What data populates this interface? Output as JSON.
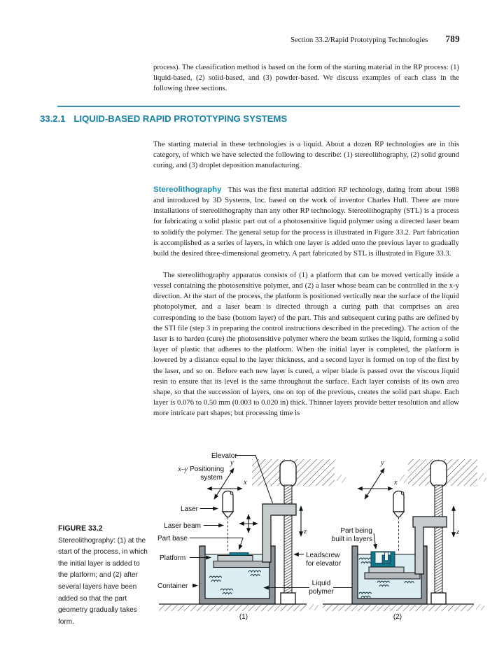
{
  "page": {
    "header": {
      "section_title": "Section 33.2/Rapid Prototyping Technologies",
      "page_number": "789"
    },
    "section_heading": {
      "number": "33.2.1",
      "title": "LIQUID-BASED RAPID PROTOTYPING SYSTEMS"
    },
    "paragraphs": {
      "intro": "process). The classification method is based on the form of the starting material in the RP process: (1) liquid-based, (2) solid-based, and (3) powder-based.  We discuss examples of each class in the following three sections.",
      "liquid_intro": "The starting material in these technologies is a liquid. About a dozen RP technologies are in this category, of which we have selected the following to describe: (1) stereolithography, (2) solid ground curing, and (3) droplet deposition manufacturing.",
      "stereo_runin": "Stereolithography",
      "stereo_body": "This was the first material addition RP technology, dating from about 1988 and introduced by 3D Systems, Inc. based on the work of inventor Charles Hull. There are more installations of stereolithography than any other RP technology. Stereolithography (STL) is a process for fabricating a solid plastic part out of a photosensitive liquid polymer using a directed laser beam to solidify the polymer. The general setup for the process is illustrated in Figure 33.2. Part fabrication is accomplished as a series of layers, in which one layer is added onto the previous layer to gradually build the desired three-dimensional geometry. A part fabricated by STL is illustrated in Figure 33.3.",
      "apparatus": "The stereolithography apparatus consists of (1) a platform that can be moved vertically inside a vessel containing the photosensitive polymer, and (2) a laser whose beam can be controlled in the x-y direction. At the start of the process, the platform is positioned vertically near the surface of the liquid photopolymer, and a laser beam is directed through a curing path that comprises an area corresponding to the base (bottom layer) of the part. This and subsequent curing paths are defined by the STI file (step 3 in preparing the control instructions described in the preceding). The action of the laser is to harden (cure) the photosensitive polymer where the beam strikes the liquid, forming a solid layer of plastic that adheres to the platform. When the initial layer is completed, the platform is lowered by a distance equal to the layer thickness, and a second layer is formed on top of the first by the laser, and so on. Before each new layer is cured, a wiper blade is passed over the viscous liquid resin to ensure that its level is the same throughout the surface. Each layer consists of its own area shape, so that the succession of layers, one on top of the previous, creates the solid part shape. Each layer is 0.076 to 0.50 mm (0.003 to 0.020 in) thick. Thinner layers provide better resolution and allow more intricate part shapes; but processing time is"
    }
  },
  "figure": {
    "caption": {
      "label": "FIGURE 33.2",
      "text": "Stereolithography: (1) at the start of the process, in which the initial layer is added to the platform; and (2) after several layers have been added so that the part geometry gradually takes form."
    },
    "labels": {
      "elevator": "Elevator",
      "xy_prefix": "x–y",
      "xy_positioning": "Positioning",
      "xy_system": "system",
      "laser": "Laser",
      "laser_beam": "Laser beam",
      "part_base": "Part base",
      "platform": "Platform",
      "container": "Container",
      "leadscrew_1": "Leadscrew",
      "leadscrew_2": "for elevator",
      "liquid_1": "Liquid",
      "liquid_2": "polymer",
      "part_being_1": "Part being",
      "part_being_2": "built in layers",
      "panel_1": "(1)",
      "panel_2": "(2)"
    },
    "axes": {
      "x": "x",
      "y": "y",
      "z": "z"
    },
    "colors": {
      "accent_teal": "#1682a8",
      "runin_teal": "#1e8cb0",
      "rule_teal": "#3e8baa",
      "part_teal": "#11798b",
      "liquid_blue": "#dceef2"
    }
  }
}
